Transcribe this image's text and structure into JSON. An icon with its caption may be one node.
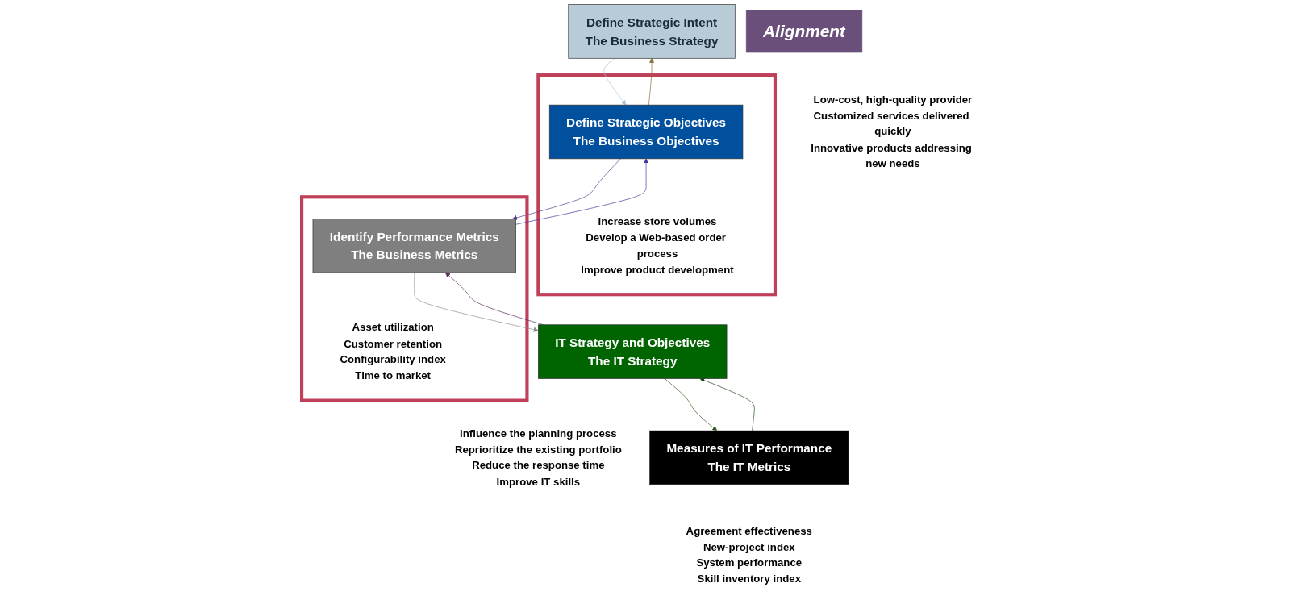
{
  "diagram": {
    "nodes": [
      {
        "text": [
          "Define Strategic Intent",
          "The Business Strategy"
        ],
        "beside": [
          "Low-cost, high-quality provider",
          "Customized services delivered quickly",
          "Innovative products addressing new needs"
        ]
      },
      {
        "text": [],
        "shape": "box"
      },
      {
        "text": [
          "Define Strategic Objectives",
          "The Business Objectives"
        ],
        "in": 1,
        "beside": [
          "Increase store volumes",
          "Develop a Web-based order process",
          "Improve product development"
        ]
      },
      {
        "text": [],
        "shape": "box"
      },
      {
        "text": [
          "Identify Performance Metrics",
          "The Business Metrics"
        ],
        "in": 3,
        "beside": [
          "Asset utilization",
          "Customer retention",
          "Configurability index",
          "Time to market"
        ]
      },
      {
        "text": [
          "IT Strategy and Objectives",
          "The IT Strategy"
        ],
        "beside": [
          "Influence the planning process",
          "Reprioritize the existing portfolio",
          "Reduce the response time",
          "Improve IT skills"
        ]
      },
      {
        "text": [
          "Measures of IT Performance",
          "The IT Metrics"
        ],
        "beside": [
          "Agreement effectiveness",
          "New-project index",
          "System performance",
          "Skill inventory index"
        ]
      },
      {
        "text": [
          "Alignment"
        ]
      }
    ],
    "edges": [
      {
        "from": 0,
        "to": 2,
        "arrow": "to",
        "color": "#a9c3d3"
      },
      {
        "from": 2,
        "to": 4,
        "arrow": "to",
        "color": "#5a3a8a"
      },
      {
        "from": 4,
        "to": 5,
        "arrow": "to",
        "color": "#8c8c8c"
      },
      {
        "from": 5,
        "to": 6,
        "arrow": "to",
        "color": "#2f5a1f"
      },
      {
        "from": 2,
        "to": 0,
        "arrow": "to",
        "color": "#8a6a3a"
      },
      {
        "from": 4,
        "to": 2,
        "arrow": "to",
        "color": "#3a3a9a"
      },
      {
        "from": 5,
        "to": 4,
        "arrow": "to",
        "color": "#5a2a5a"
      },
      {
        "from": 6,
        "to": 5,
        "arrow": "to",
        "color": "#1f4a1f"
      }
    ]
  }
}
